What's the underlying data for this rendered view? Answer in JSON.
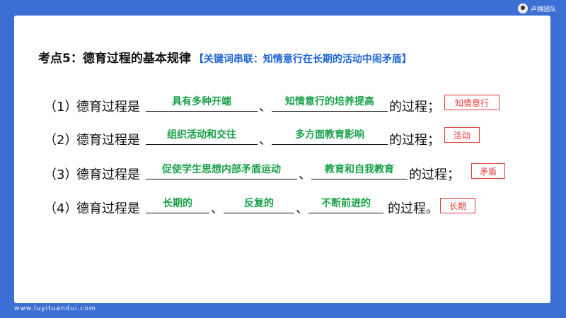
{
  "brand": {
    "name": "卢姨团队"
  },
  "footer": {
    "url": "www.luyituandui.com"
  },
  "title": {
    "main": "考点5：德育过程的基本规律",
    "sub": "【关键词串联：知情意行在长期的活动中闹矛盾】"
  },
  "rows": [
    {
      "num": "（1）",
      "lead": "德育过程是",
      "answers": [
        "具有多种开端",
        "知情意行的培养提高"
      ],
      "sep": "、",
      "tail": "的过程；",
      "tag": "知情意行"
    },
    {
      "num": "（2）",
      "lead": "德育过程是",
      "answers": [
        "组织活动和交往",
        "多方面教育影响"
      ],
      "sep": "、",
      "tail": "的过程；",
      "tag": "活动"
    },
    {
      "num": "（3）",
      "lead": "德育过程是",
      "answers": [
        "促使学生思想内部矛盾运动",
        "教育和自我教育"
      ],
      "sep": "、",
      "tail": "的过程；",
      "tag": "矛盾"
    },
    {
      "num": "（4）",
      "lead": "德育过程是",
      "answers": [
        "长期的",
        "反复的",
        "不断前进的"
      ],
      "sep": "、",
      "tail": "的过程。",
      "tag": "长期"
    }
  ]
}
